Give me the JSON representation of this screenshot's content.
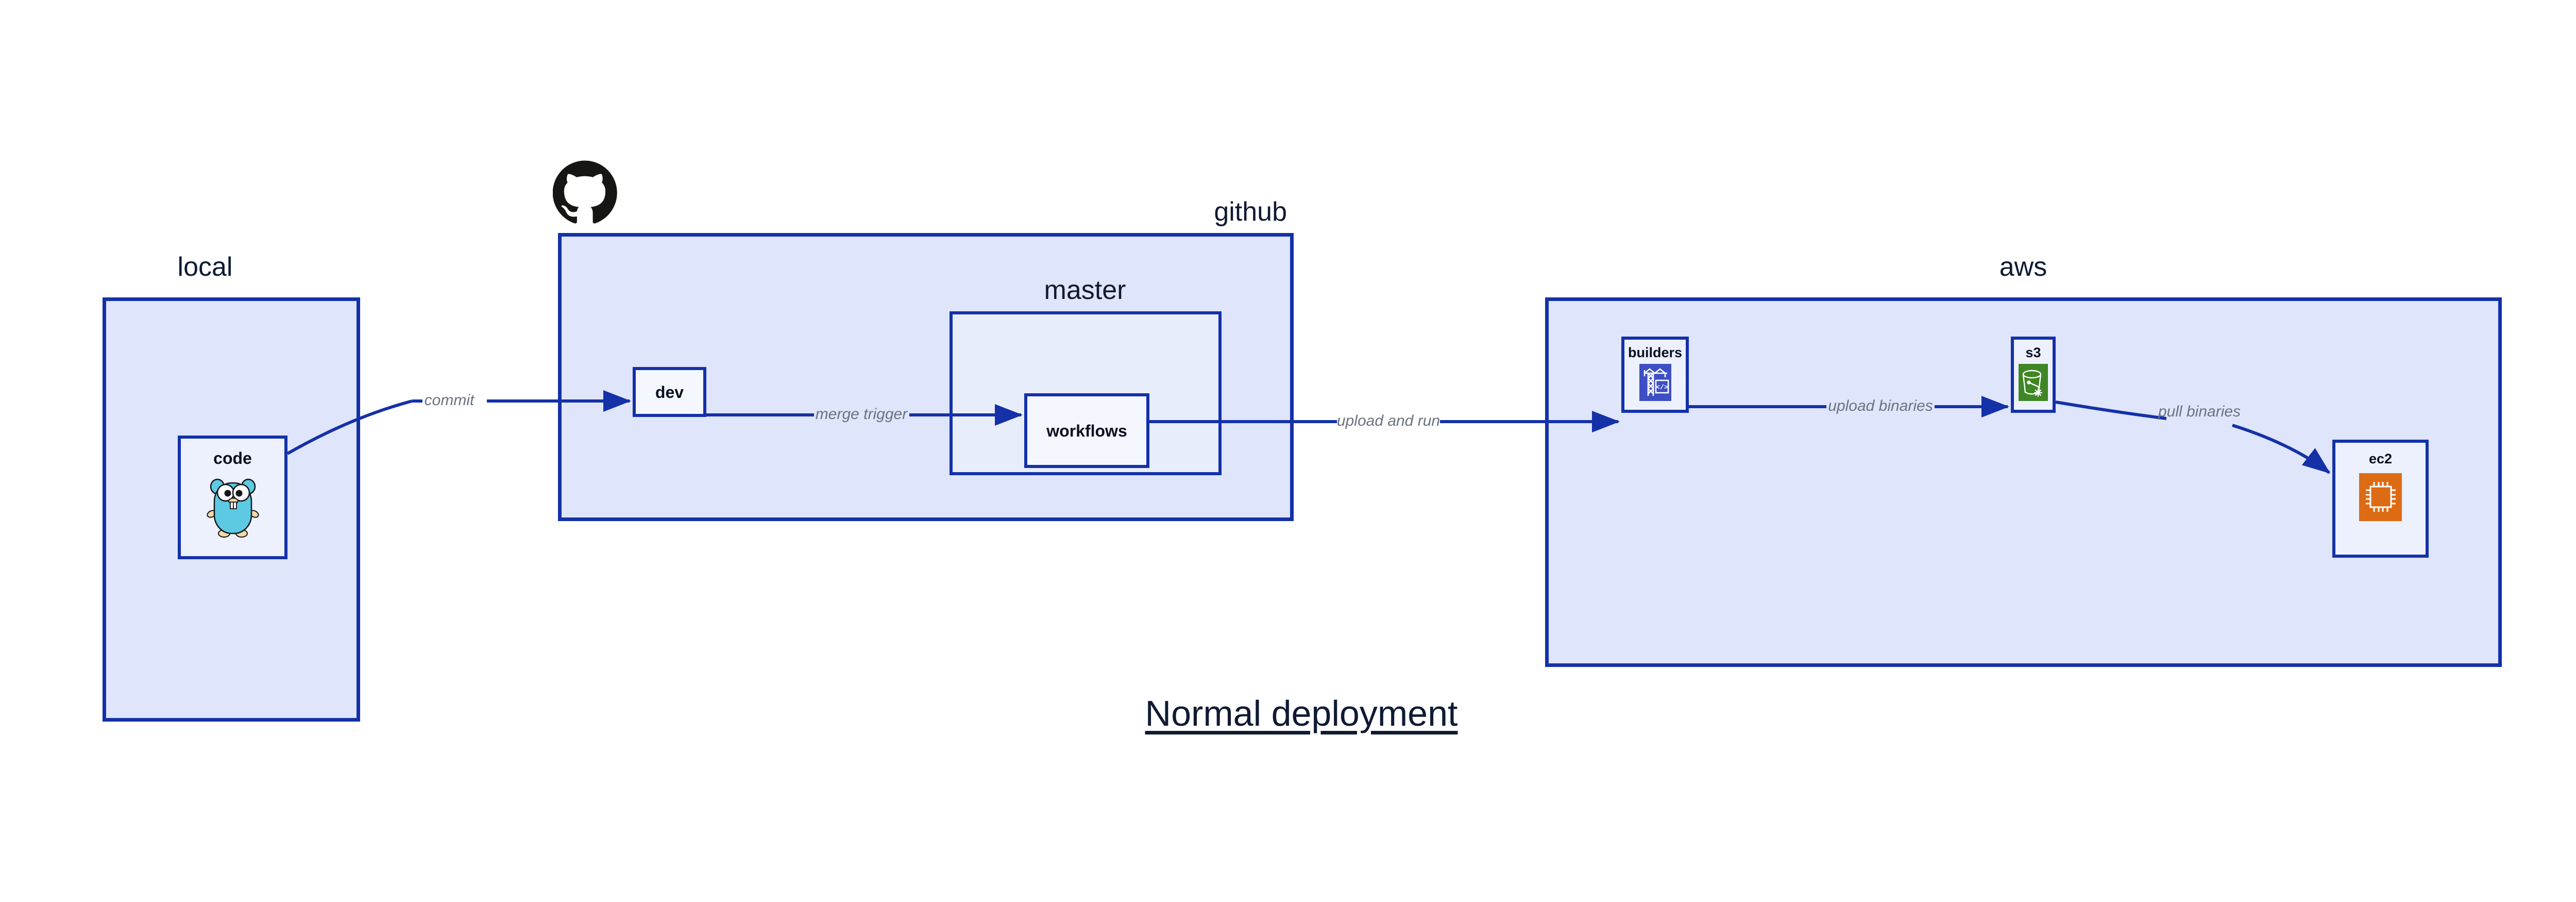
{
  "title": {
    "text": "Normal deployment"
  },
  "groups": [
    {
      "id": "local",
      "label": "local",
      "icon": null
    },
    {
      "id": "github",
      "label": "github",
      "icon": "github-octocat-icon"
    },
    {
      "id": "master",
      "label": "master",
      "icon": null
    },
    {
      "id": "aws",
      "label": "aws",
      "icon": null
    }
  ],
  "nodes": [
    {
      "id": "code",
      "label": "code",
      "icon": "go-gopher-icon",
      "group": "local"
    },
    {
      "id": "dev",
      "label": "dev",
      "icon": null,
      "group": "github"
    },
    {
      "id": "workflows",
      "label": "workflows",
      "icon": null,
      "group": "master"
    },
    {
      "id": "builders",
      "label": "builders",
      "icon": "aws-codebuild-icon",
      "group": "aws"
    },
    {
      "id": "s3",
      "label": "s3",
      "icon": "aws-s3-bucket-icon",
      "group": "aws"
    },
    {
      "id": "ec2",
      "label": "ec2",
      "icon": "aws-ec2-chip-icon",
      "group": "aws"
    }
  ],
  "edges": [
    {
      "id": "commit",
      "from": "code",
      "to": "dev",
      "label": "commit"
    },
    {
      "id": "merge-trigger",
      "from": "dev",
      "to": "workflows",
      "label": "merge trigger"
    },
    {
      "id": "upload-run",
      "from": "workflows",
      "to": "builders",
      "label": "upload and run"
    },
    {
      "id": "upload-bin",
      "from": "builders",
      "to": "s3",
      "label": "upload binaries"
    },
    {
      "id": "pull-bin",
      "from": "s3",
      "to": "ec2",
      "label": "pull binaries"
    }
  ],
  "colors": {
    "edge": "#1431A8",
    "group_border": "#1431A8",
    "group_fill": "#DFE5FA",
    "nested_fill": "#E8EDFB",
    "node_fill": "#EDF1FD",
    "node_fill_plain": "#F5F7FE",
    "label_text": "#0F1A33",
    "edge_label_text": "#6B7280",
    "background": "#FFFFFF",
    "codebuild_blue": "#3D4FC4",
    "s3_green": "#3F8624",
    "ec2_orange": "#DD6B14",
    "gopher_cyan": "#5DC9E2",
    "gopher_tan": "#F3D9A8",
    "octocat_black": "#161614"
  }
}
